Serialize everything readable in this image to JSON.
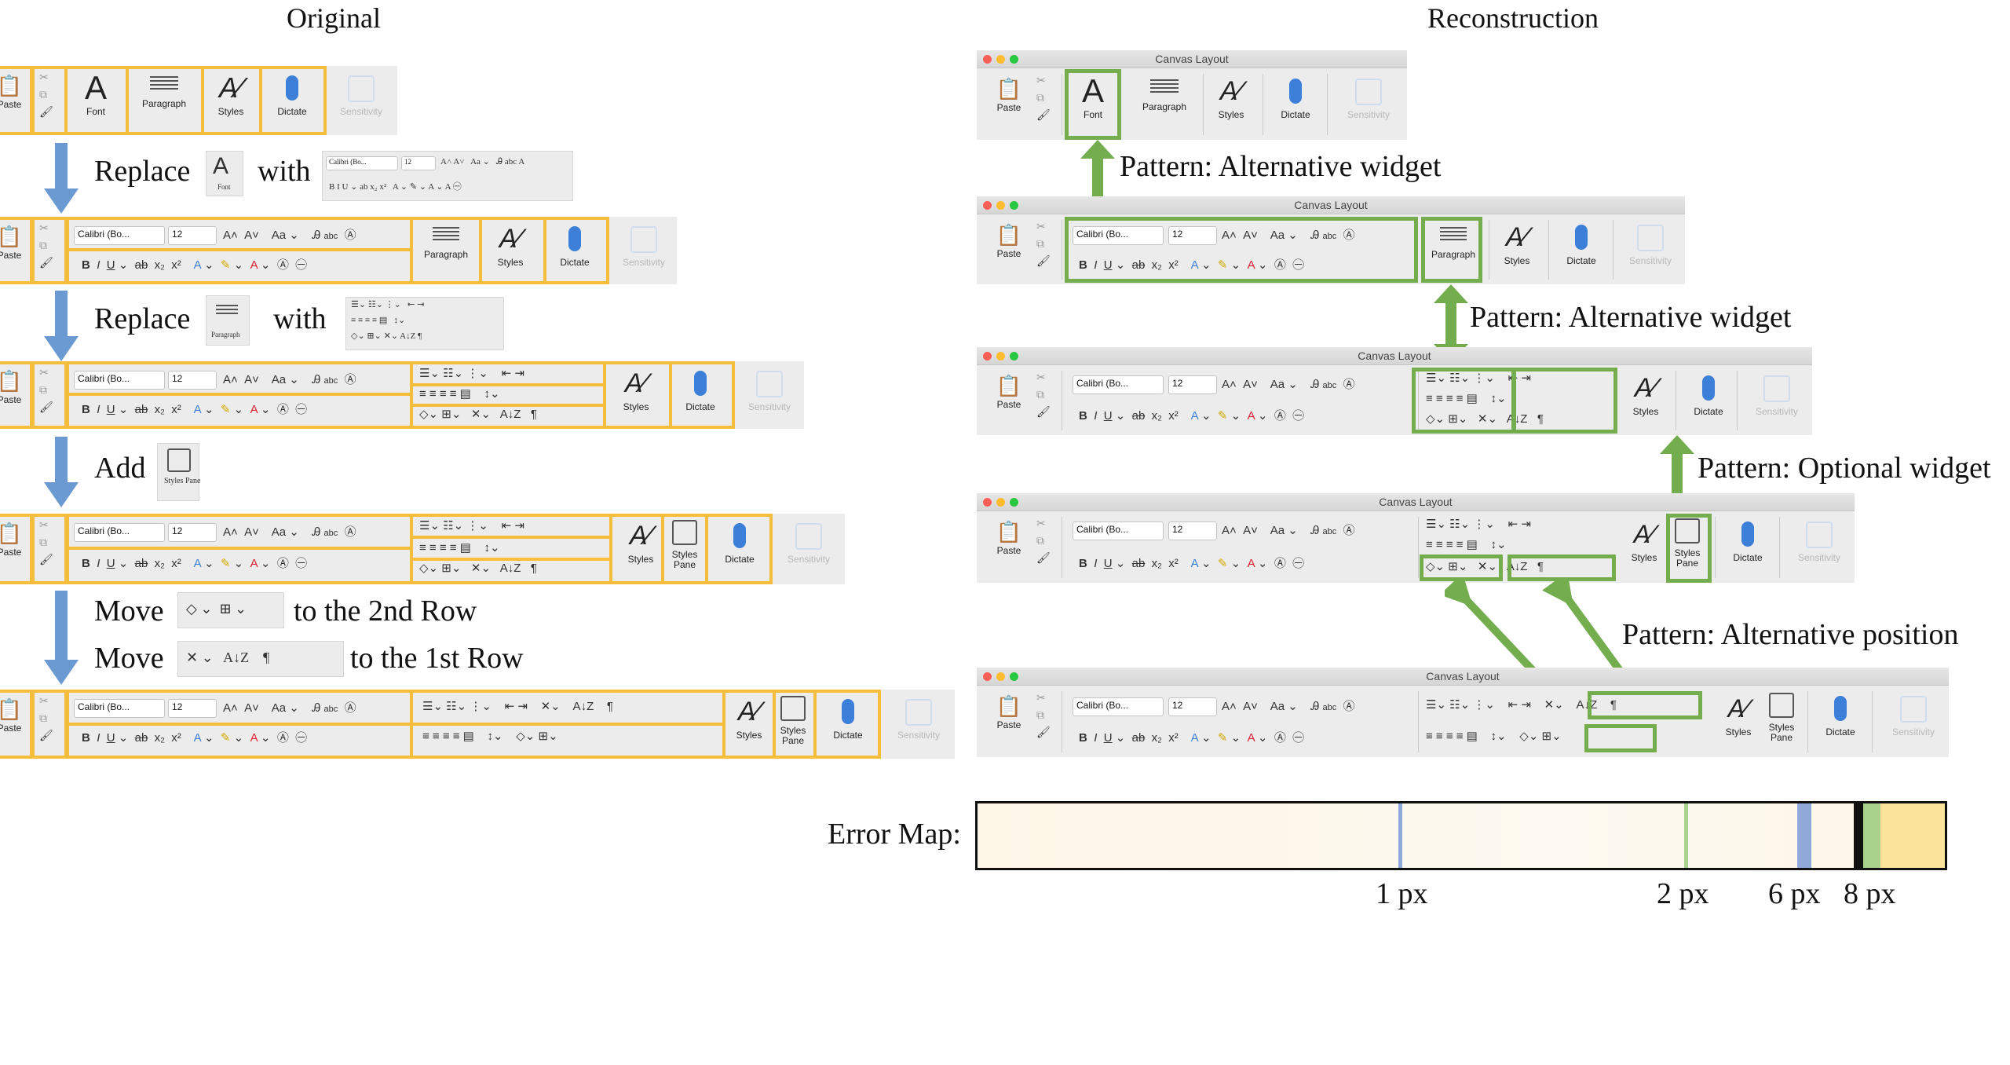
{
  "headings": {
    "original": "Original",
    "reconstruction": "Reconstruction"
  },
  "window_title": "Canvas Layout",
  "ribbon": {
    "paste": "Paste",
    "font": "Font",
    "paragraph": "Paragraph",
    "styles": "Styles",
    "styles_pane": "Styles Pane",
    "styles_pane_1": "Styles",
    "styles_pane_2": "Pane",
    "dictate": "Dictate",
    "sensitivity": "Sensitivity",
    "font_name": "Calibri (Bo...",
    "font_size": "12",
    "paste_glyph": "📋",
    "clipboard_glyphs": [
      "✂",
      "⧉",
      "🖌"
    ],
    "font_glyph": "A",
    "styles_glyph": "A⁄",
    "grow_shrink": [
      "A˄",
      "A˅"
    ],
    "change_case": "Aa",
    "clear_format": "Ꭿ",
    "phonetic": "abc",
    "char_border": "A",
    "bold": "B",
    "italic": "I",
    "underline": "U",
    "strike": "ab",
    "subscript": "x₂",
    "superscript": "x²",
    "text_effects": "A",
    "highlight": "✎",
    "font_color": "A",
    "char_shading": "A",
    "enclose": "㊀",
    "bullets": "☰",
    "numbering": "☷",
    "multilevel": "⋮",
    "indent": [
      "⇤",
      "⇥"
    ],
    "align": [
      "≡",
      "≡",
      "≡",
      "≡",
      "▤"
    ],
    "line_spacing": "↕",
    "shading": "◇",
    "borders": "⊞",
    "sort": "A↓Z",
    "asian_layout": "✕",
    "pilcrow": "¶",
    "dropdown": "⌄"
  },
  "steps": {
    "replace": "Replace",
    "with": "with",
    "add": "Add",
    "move": "Move",
    "to_2nd_row": "to the 2nd Row",
    "to_1st_row": "to the 1st Row"
  },
  "patterns": {
    "p1": "Pattern: Alternative widget",
    "p2": "Pattern: Alternative widget",
    "p3": "Pattern: Optional widget",
    "p4": "Pattern: Alternative position"
  },
  "error_map": {
    "label": "Error Map:",
    "ticks": [
      {
        "label": "1 px",
        "color": "#8fa9d9"
      },
      {
        "label": "2 px",
        "color": "#a9d28c"
      },
      {
        "label": "6 px",
        "color": "#8fa9d9"
      },
      {
        "label": "8 px",
        "color": "#111111"
      }
    ],
    "band_colors": {
      "base": "#fdf6e8",
      "right": "#fbe39c",
      "green": "#a9d28c"
    }
  },
  "colors": {
    "orange": "#f5bd3c",
    "green": "#73ad4e",
    "blue_arrow": "#6b9ad3"
  }
}
